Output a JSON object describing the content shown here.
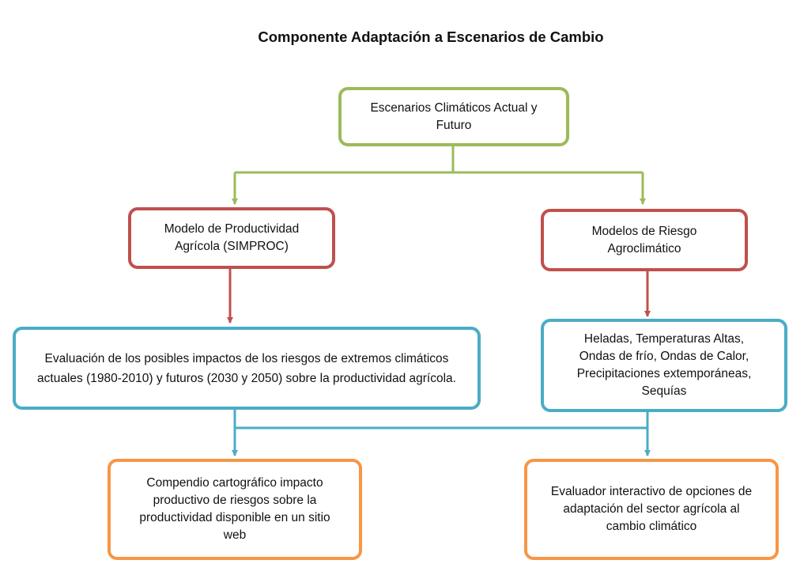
{
  "title": "Componente Adaptación a Escenarios de Cambio",
  "nodes": {
    "scenarios": "Escenarios Climáticos Actual y Futuro",
    "productivity_model": "Modelo de Productividad Agrícola (SIMPROC)",
    "risk_models": "Modelos de Riesgo Agroclimático",
    "impact_evaluation": "Evaluación de los posibles impactos de los riesgos de extremos climáticos actuales (1980-2010) y futuros (2030 y 2050) sobre la productividad agrícola.",
    "hazards": "Heladas, Temperaturas Altas, Ondas de frío, Ondas de Calor, Precipitaciones extemporáneas, Sequías",
    "cartographic": "Compendio cartográfico impacto productivo de riesgos sobre la productividad disponible en un sitio web",
    "interactive": "Evaluador interactivo de opciones de adaptación del sector agrícola al cambio climático"
  },
  "colors": {
    "green": "#9bbb59",
    "red": "#c0504d",
    "blue": "#4bacc6",
    "orange": "#f79646"
  }
}
